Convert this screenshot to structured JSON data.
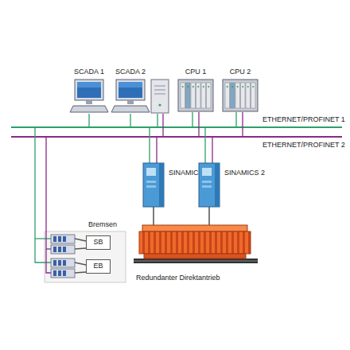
{
  "diagram": {
    "nodes": [
      {
        "text": [
          "SCADA 1"
        ]
      },
      {
        "text": [
          "SCADA 2"
        ]
      },
      {
        "text": [
          "CPU 1"
        ]
      },
      {
        "text": [
          "CPU 2"
        ]
      },
      {
        "text": [
          "SINAMICS 1"
        ]
      },
      {
        "text": [
          "SINAMICS 2"
        ]
      },
      {
        "text": [
          "Redundanter Direktantrieb"
        ]
      },
      {
        "text": [
          "SB"
        ]
      },
      {
        "text": [
          "EB"
        ]
      }
    ],
    "edges": [
      {
        "from": 4,
        "to": 6,
        "arrow": "none"
      },
      {
        "from": 5,
        "to": 6,
        "arrow": "none"
      }
    ],
    "labels": [
      "ETHERNET/PROFINET 1",
      "ETHERNET/PROFINET 2",
      "Bremsen"
    ]
  }
}
